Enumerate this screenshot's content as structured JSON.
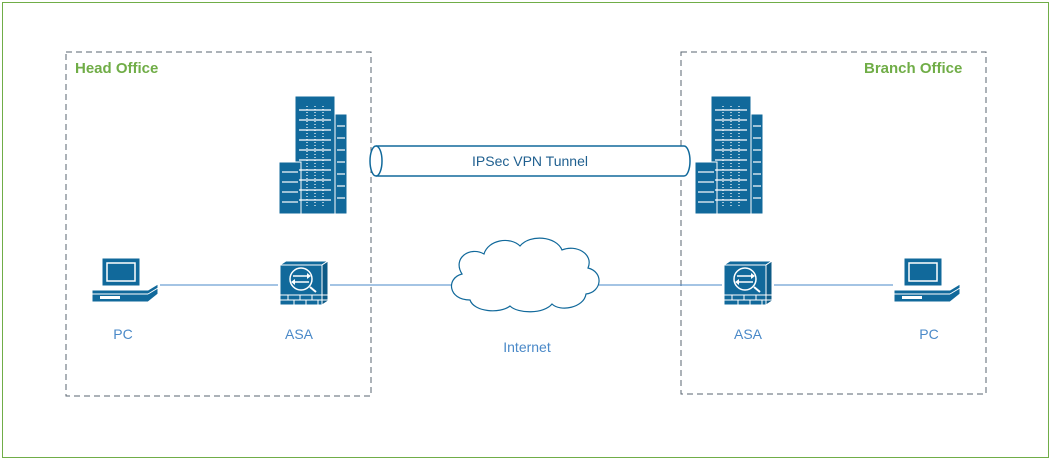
{
  "zones": {
    "head": {
      "title": "Head Office"
    },
    "branch": {
      "title": "Branch Office"
    }
  },
  "tunnel": {
    "label": "IPSec VPN Tunnel"
  },
  "internet": {
    "label": "Internet"
  },
  "devices": {
    "head_pc": "PC",
    "head_asa": "ASA",
    "branch_asa": "ASA",
    "branch_pc": "PC"
  },
  "colors": {
    "frame": "#70ad47",
    "zone_title": "#70ad47",
    "device": "#11699b",
    "label": "#4a89c8",
    "line": "#4a89c8",
    "zone_border": "#5a6470"
  }
}
